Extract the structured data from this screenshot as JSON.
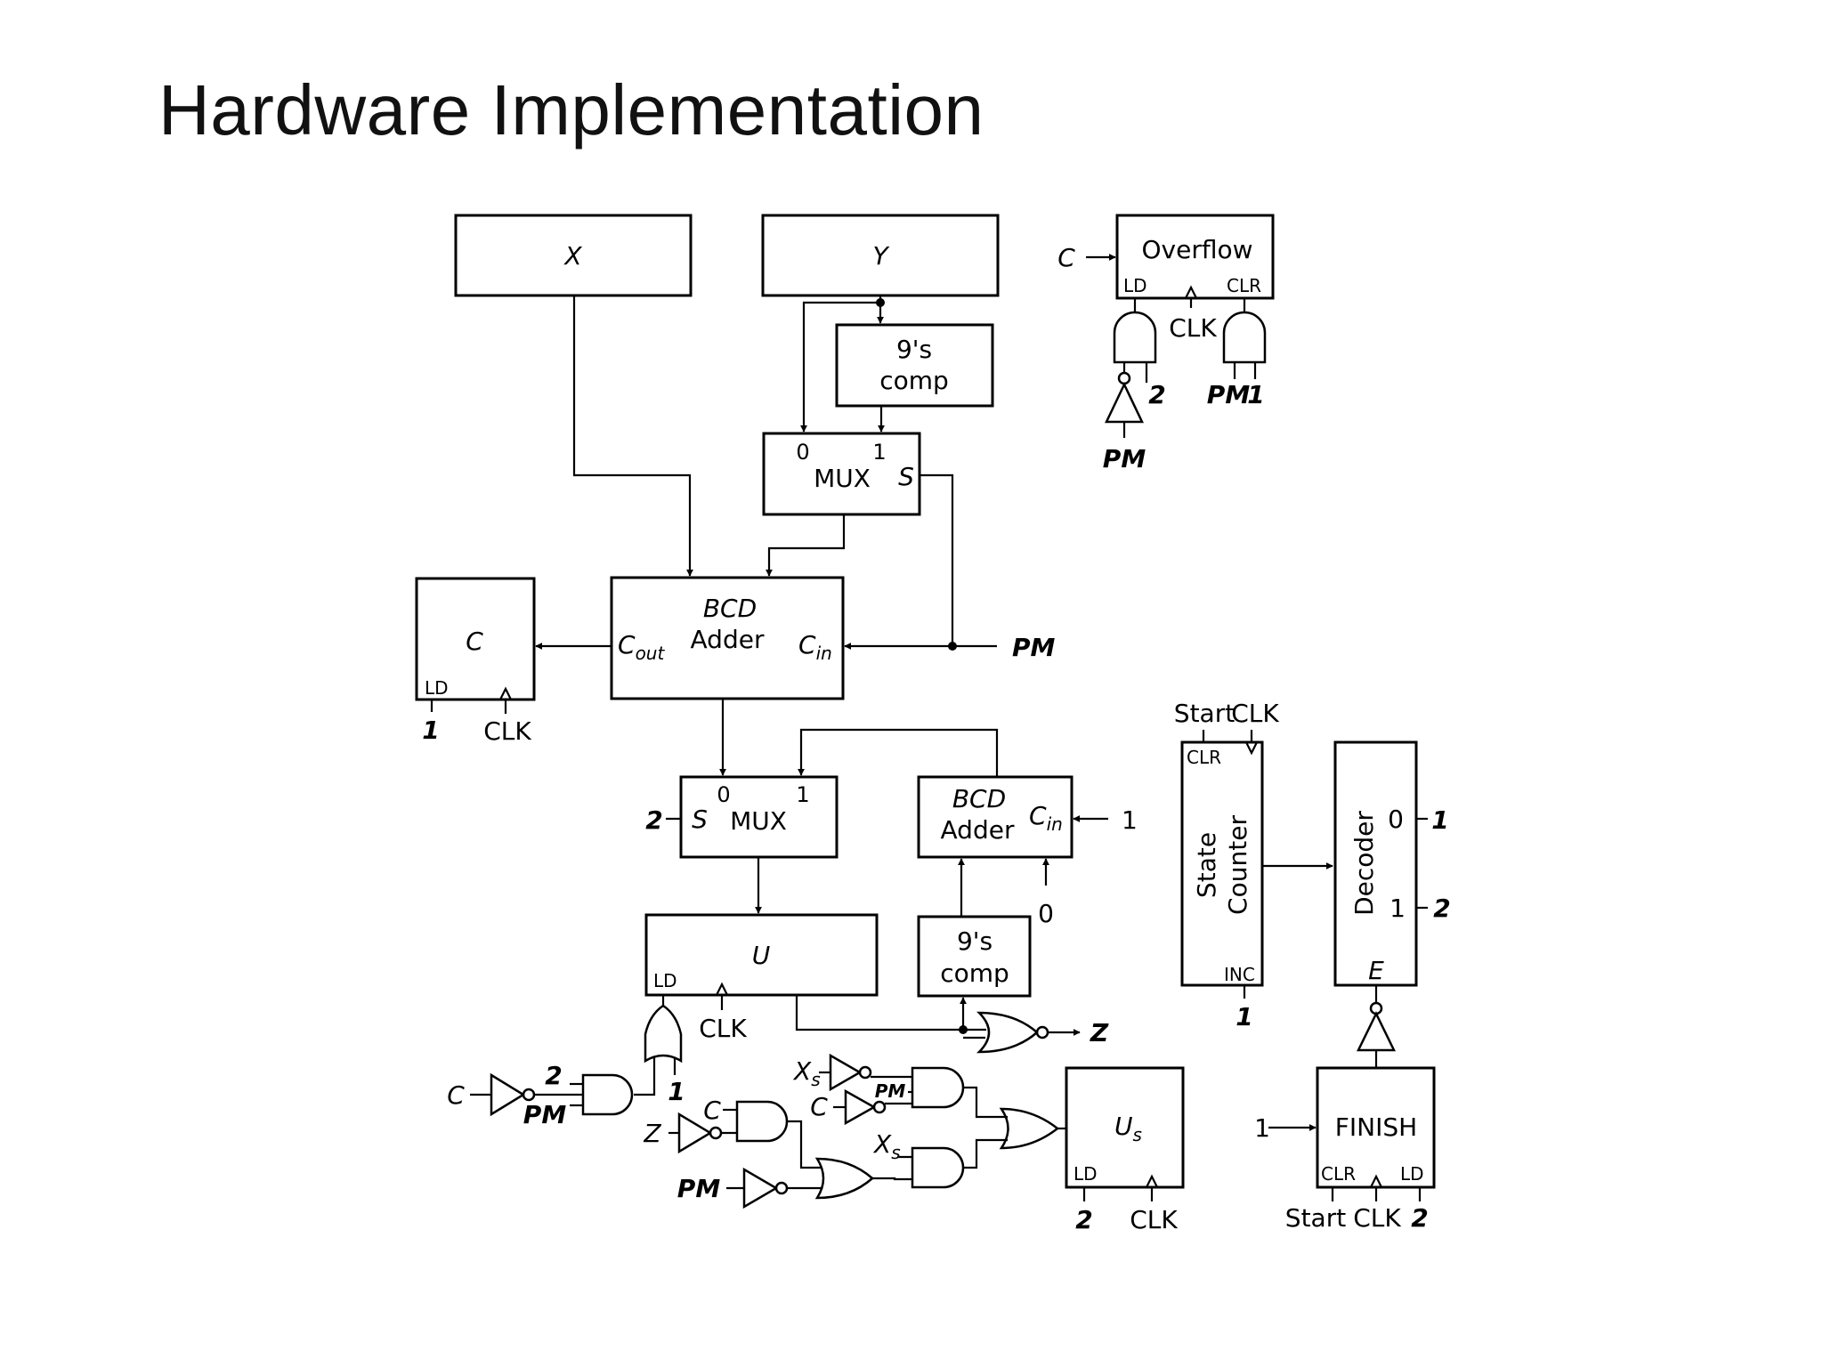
{
  "title": "Hardware Implementation",
  "registers": {
    "x": "X",
    "y": "Y",
    "c": "C",
    "u": "U",
    "us": "U",
    "us_sub": "s",
    "overflow": "Overflow",
    "finish": "FINISH"
  },
  "blocks": {
    "nines_comp_line1": "9's",
    "nines_comp_line2": "comp",
    "mux": "MUX",
    "bcd": "BCD",
    "adder": "Adder",
    "state_line1": "State",
    "state_line2": "Counter",
    "decoder": "Decoder"
  },
  "ports": {
    "ld": "LD",
    "clk": "CLK",
    "clr": "CLR",
    "inc": "INC",
    "s": "S",
    "e": "E",
    "c_main": "C",
    "c_sub_out": "out",
    "c_sub_in": "in",
    "zero": "0",
    "one": "1"
  },
  "signals": {
    "pm": "PM",
    "c": "C",
    "z": "Z",
    "x": "X",
    "x_sub": "s",
    "start": "Start",
    "clk": "CLK",
    "s1": "1",
    "s2": "2",
    "const1": "1",
    "const0": "0"
  }
}
